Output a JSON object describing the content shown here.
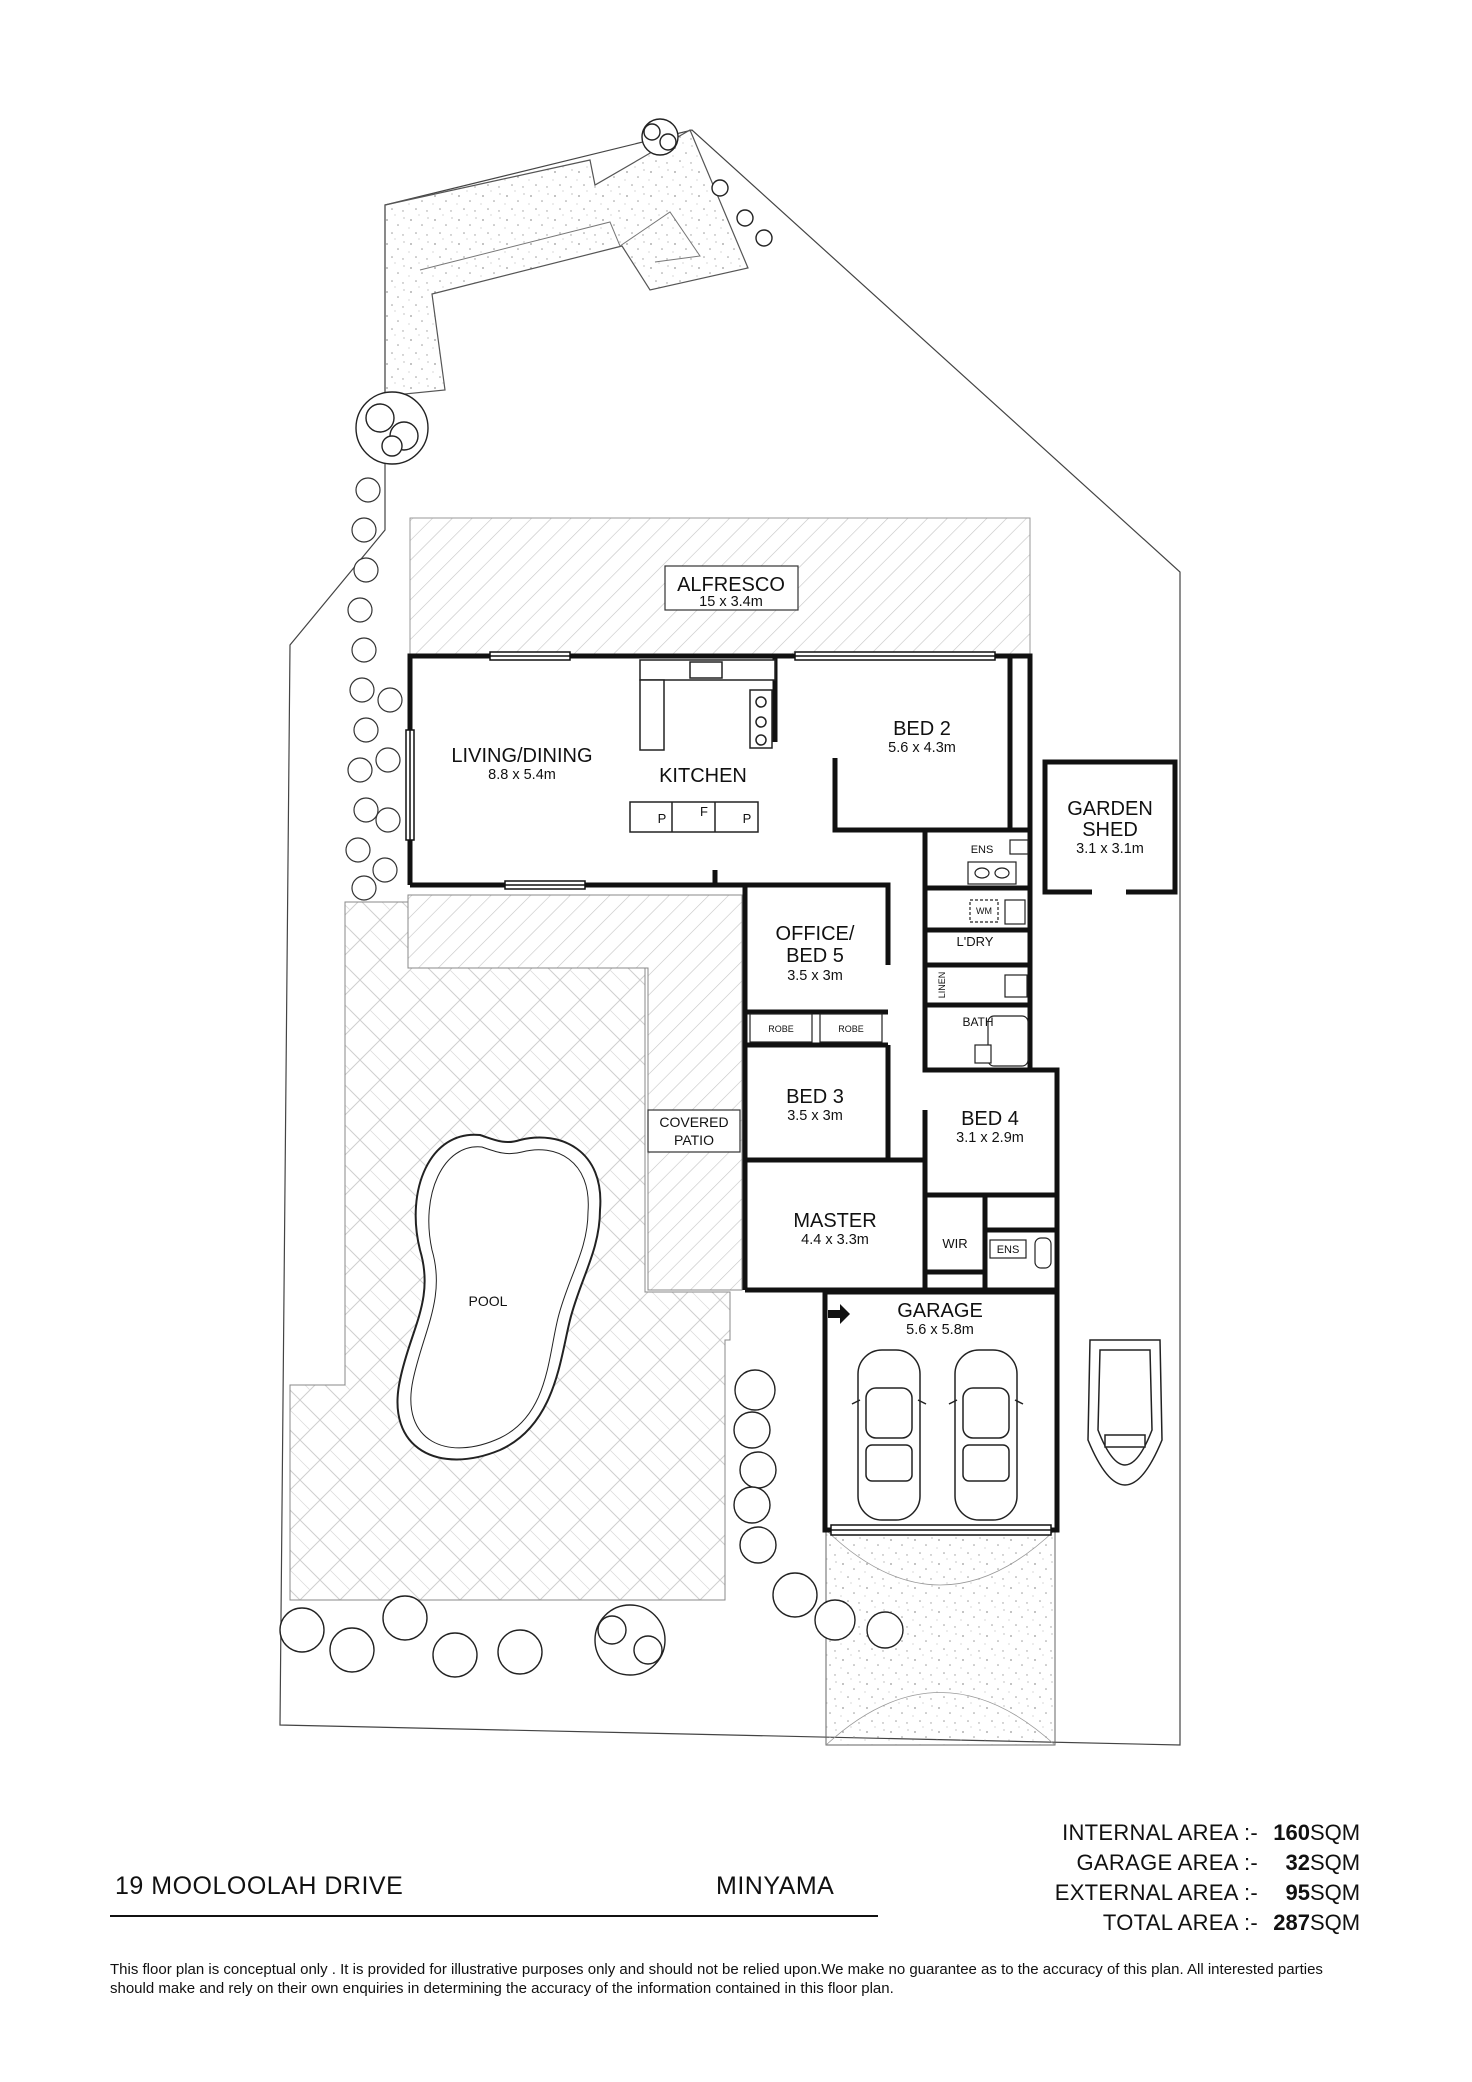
{
  "rooms": {
    "alfresco": {
      "name": "ALFRESCO",
      "dims": "15 x 3.4m"
    },
    "living": {
      "name": "LIVING/DINING",
      "dims": "8.8 x 5.4m"
    },
    "kitchen": {
      "name": "KITCHEN"
    },
    "bed2": {
      "name": "BED 2",
      "dims": "5.6 x 4.3m"
    },
    "garden_shed": {
      "name_line1": "GARDEN",
      "name_line2": "SHED",
      "dims": "3.1 x 3.1m"
    },
    "office": {
      "name_line1": "OFFICE/",
      "name_line2": "BED 5",
      "dims": "3.5 x 3m"
    },
    "bed3": {
      "name": "BED 3",
      "dims": "3.5 x 3m"
    },
    "bed4": {
      "name": "BED 4",
      "dims": "3.1 x 2.9m"
    },
    "master": {
      "name": "MASTER",
      "dims": "4.4 x 3.3m"
    },
    "garage": {
      "name": "GARAGE",
      "dims": "5.6 x 5.8m"
    },
    "pool": {
      "name": "POOL"
    },
    "covered_patio": {
      "line1": "COVERED",
      "line2": "PATIO"
    }
  },
  "fixtures": {
    "pantry1": "P",
    "fridge": "F",
    "pantry2": "P",
    "ens1": "ENS",
    "ens2": "ENS",
    "wm": "WM",
    "laundry": "L'DRY",
    "linen": "LINEN",
    "bath": "BATH",
    "robe1": "ROBE",
    "robe2": "ROBE",
    "wir": "WIR"
  },
  "footer": {
    "address": "19 MOOLOOLAH DRIVE",
    "suburb": "MINYAMA",
    "areas": [
      {
        "label": "INTERNAL AREA :-",
        "value": "160",
        "unit": "SQM"
      },
      {
        "label": "GARAGE AREA :-",
        "value": "32",
        "unit": "SQM"
      },
      {
        "label": "EXTERNAL AREA :-",
        "value": "95",
        "unit": "SQM"
      },
      {
        "label": "TOTAL AREA :-",
        "value": "287",
        "unit": "SQM"
      }
    ],
    "disclaimer": "This floor plan is conceptual only . It is provided for illustrative purposes only and should not be relied upon.We make no guarantee as to the accuracy of this plan. All interested parties should make and rely on their own enquiries in determining the accuracy of the information contained in this floor plan."
  },
  "colors": {
    "wall": "#111111",
    "hatch": "#c8c8c8",
    "speckle": "#9a9a9a"
  }
}
